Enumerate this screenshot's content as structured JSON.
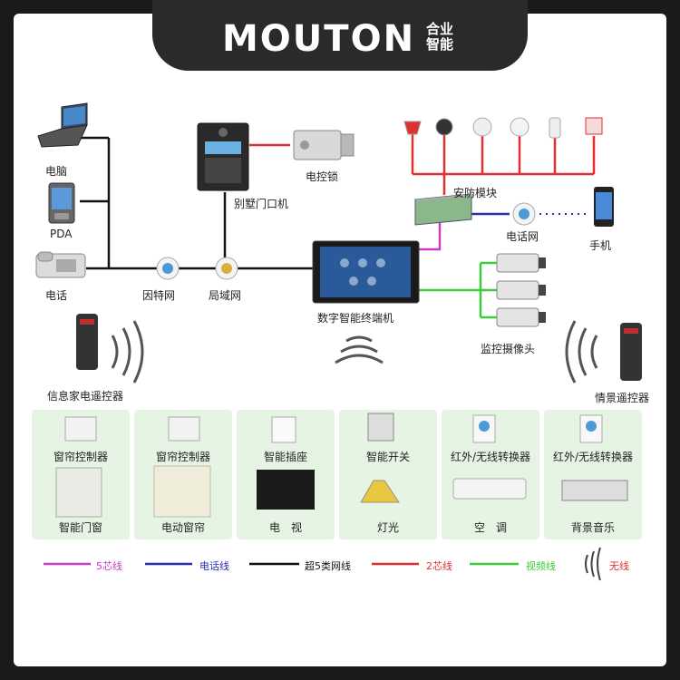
{
  "brand": {
    "logo": "MOUTON",
    "sub_line1": "合业",
    "sub_line2": "智能"
  },
  "devices": {
    "computer": "电脑",
    "pda": "PDA",
    "phone": "电话",
    "internet": "因特网",
    "lan": "局域网",
    "door_station": "别墅门口机",
    "electric_lock": "电控锁",
    "terminal": "数字智能终端机",
    "security_module": "安防模块",
    "phone_network": "电话网",
    "mobile": "手机",
    "cameras": "监控摄像头",
    "info_remote": "信息家电遥控器",
    "scene_remote": "情景遥控器"
  },
  "panels": [
    {
      "top": "窗帘控制器",
      "bottom": "智能门窗"
    },
    {
      "top": "窗帘控制器",
      "bottom": "电动窗帘"
    },
    {
      "top": "智能插座",
      "bottom": "电　视"
    },
    {
      "top": "智能开关",
      "bottom": "灯光"
    },
    {
      "top": "红外/无线转换器",
      "bottom": "空　调"
    },
    {
      "top": "红外/无线转换器",
      "bottom": "背景音乐"
    }
  ],
  "legend": [
    {
      "label": "5芯线",
      "color": "#c83cc8"
    },
    {
      "label": "电话线",
      "color": "#2b2bb4"
    },
    {
      "label": "超5类网线",
      "color": "#111111"
    },
    {
      "label": "2芯线",
      "color": "#e03030"
    },
    {
      "label": "视频线",
      "color": "#3ccc3c"
    },
    {
      "label": "无线",
      "color": "#e03030"
    }
  ],
  "colors": {
    "black_line": "#111111",
    "red_line": "#e03030",
    "purple_line": "#c83cc8",
    "blue_line": "#2b2bb4",
    "green_line": "#3ccc3c"
  }
}
